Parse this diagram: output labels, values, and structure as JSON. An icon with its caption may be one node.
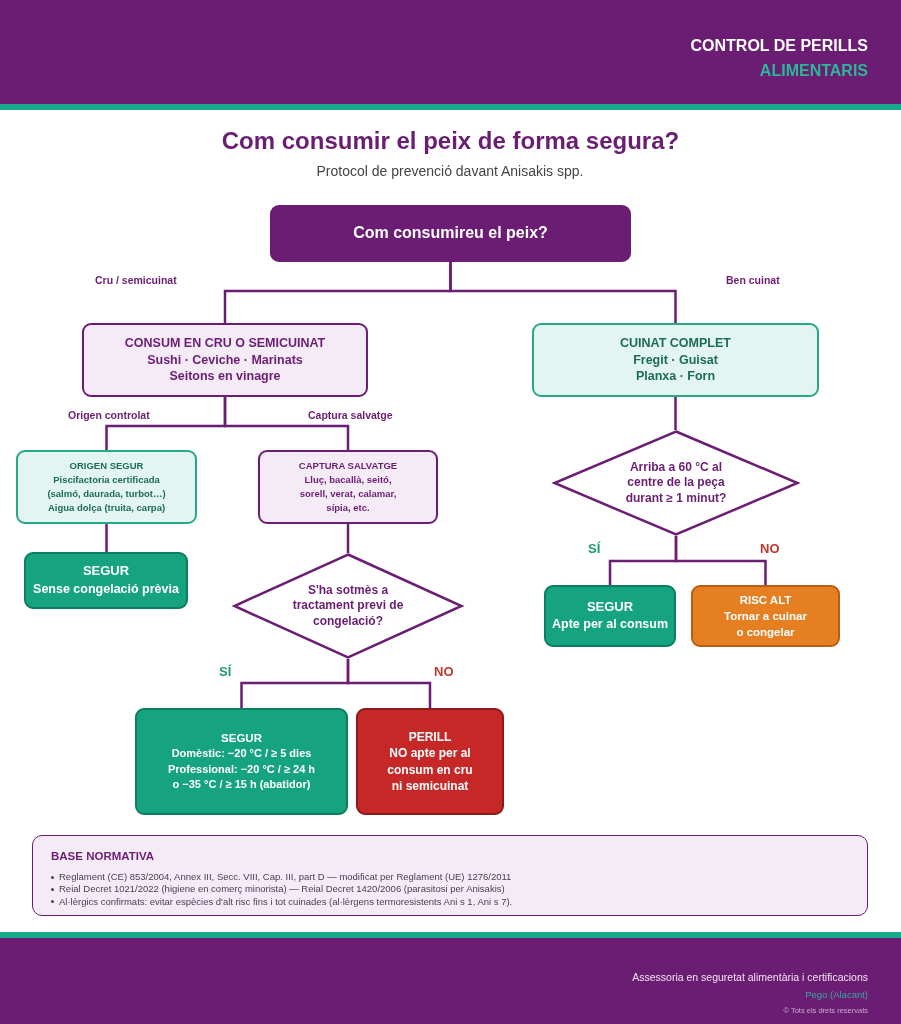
{
  "diagram": {
    "title": "Com consumir el peix de forma segura?",
    "nodes": [
      {
        "text": [
          "Com consumireu el peix?"
        ]
      },
      {
        "text": [
          "CONSUM EN CRU O SEMICUINAT",
          "Sushi · Ceviche · Marinats Seitons en vinagre"
        ]
      },
      {
        "text": [
          "CUINAT COMPLET",
          "Fregit · Guisat Planxa · Forn"
        ]
      },
      {
        "text": [
          "ORIGEN SEGUR",
          "Piscifactoria certificada (salmó, daurada, turbot…) Aigua dolça (truita, carpa)"
        ]
      },
      {
        "text": [
          "CAPTURA SALVATGE",
          "Lluç, bacallà, seitó, sorell, verat, calamar, sípia, etc."
        ]
      },
      {
        "text": [
          "SEGUR",
          "Sense congelació prèvia"
        ]
      },
      {
        "text": [
          "S'ha sotmès a tractament previ de congelació?"
        ]
      },
      {
        "text": [
          "SEGUR",
          "Domèstic: −20 °C / ≥ 5 dies Professional: −20 °C / ≥ 24 h o −35 °C / ≥ 15 h (abatidor)"
        ]
      },
      {
        "text": [
          "PERILL",
          "NO apte per al consum en cru ni semicuinat"
        ]
      },
      {
        "text": [
          "Arriba a 60 °C al centre de la peça durant ≥ 1 minut?"
        ]
      },
      {
        "text": [
          "SEGUR",
          "Apte per al consum"
        ]
      },
      {
        "text": [
          "RISC ALT",
          "Tornar a cuinar o congelar"
        ]
      },
      {
        "text": [
          "BASE NORMATIVA",
          "Reglament (CE) 853/2004, Annex III, Secc. VIII, Cap. III, part D — modificat per Reglament (UE) 1276/2011",
          "Reial Decret 1021/2022 (higiene en comerç minorista) — Reial Decret 1420/2006 (parasitosi per Anisakis)",
          "Al·lèrgics confirmats: evitar espècies d'alt risc fins i tot cuinades (al·lèrgens termoresistents Ani s 1, Ani s 7)."
        ]
      }
    ],
    "edges": [
      {
        "from": 0,
        "to": 1,
        "arrow": "none",
        "label": "Cru / semicuinat"
      },
      {
        "from": 0,
        "to": 2,
        "arrow": "none",
        "label": "Ben cuinat"
      },
      {
        "from": 1,
        "to": 3,
        "arrow": "none",
        "label": "Origen controlat"
      },
      {
        "from": 1,
        "to": 4,
        "arrow": "none",
        "label": "Captura salvatge"
      },
      {
        "from": 3,
        "to": 5,
        "arrow": "none"
      },
      {
        "from": 4,
        "to": 6,
        "arrow": "none"
      },
      {
        "from": 6,
        "to": 7,
        "arrow": "none",
        "label": "SÍ"
      },
      {
        "from": 6,
        "to": 8,
        "arrow": "none",
        "label": "NO"
      },
      {
        "from": 2,
        "to": 9,
        "arrow": "none"
      },
      {
        "from": 9,
        "to": 10,
        "arrow": "none",
        "label": "SÍ"
      },
      {
        "from": 9,
        "to": 11,
        "arrow": "none",
        "label": "NO"
      }
    ],
    "labels": [
      "CONTROL DE PERILLS",
      "ALIMENTARIS",
      "Protocol de prevenció davant Anisakis spp.",
      "Assessoria en seguretat alimentària i certificacions",
      "Pego (Alacant)",
      "© Tots els drets reservats"
    ]
  }
}
